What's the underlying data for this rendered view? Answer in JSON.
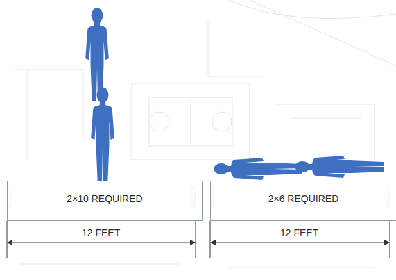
{
  "diagram": {
    "nodes": [
      {
        "text": [
          "2×10 REQUIRED"
        ]
      },
      {
        "text": [
          "2×6 REQUIRED"
        ]
      }
    ],
    "labels": [
      "12 FEET",
      "12 FEET"
    ]
  }
}
